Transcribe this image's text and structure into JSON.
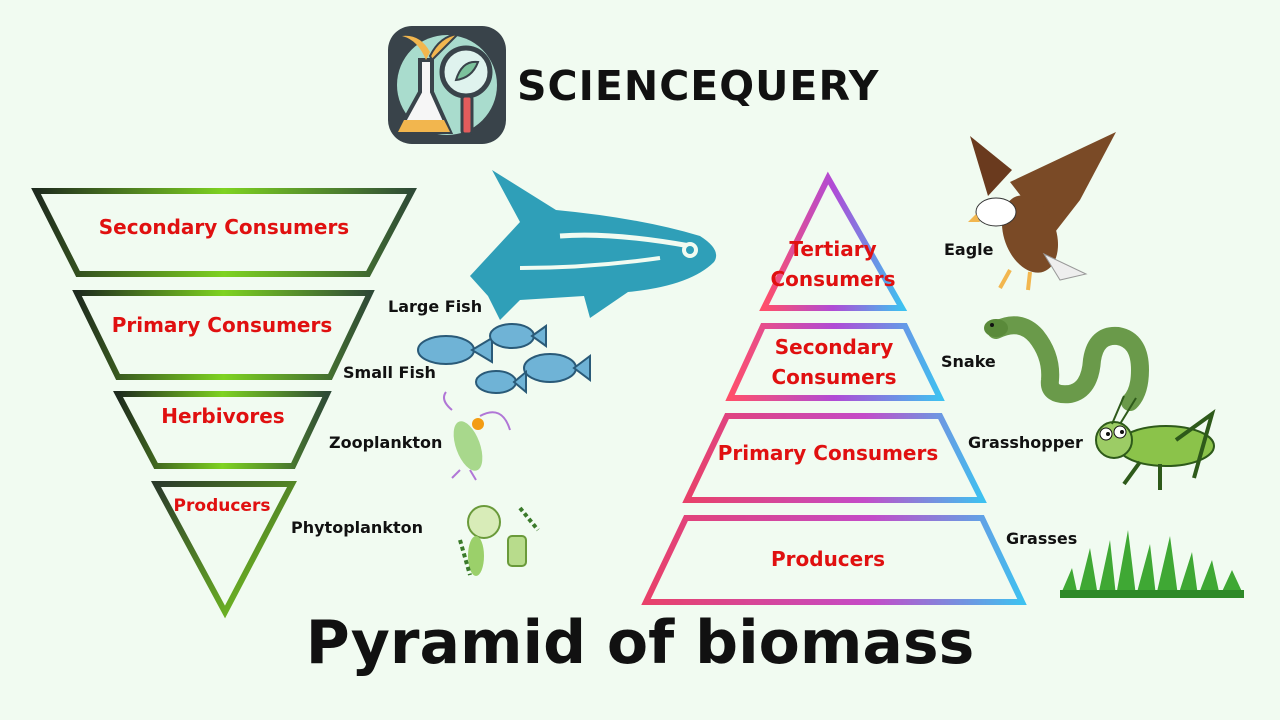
{
  "brand": {
    "name": "SCIENCEQUERY"
  },
  "title": "Pyramid of biomass",
  "inverted_pyramid": {
    "tiers": [
      {
        "label": "Secondary Consumers",
        "organism": "Large Fish"
      },
      {
        "label": "Primary Consumers",
        "organism": "Small Fish"
      },
      {
        "label": "Herbivores",
        "organism": "Zooplankton"
      },
      {
        "label": "Producers",
        "organism": "Phytoplankton"
      }
    ]
  },
  "upright_pyramid": {
    "tiers": [
      {
        "line1": "Tertiary",
        "line2": "Consumers",
        "organism": "Eagle"
      },
      {
        "line1": "Secondary",
        "line2": "Consumers",
        "organism": "Snake"
      },
      {
        "line1": "Primary Consumers",
        "line2": "",
        "organism": "Grasshopper"
      },
      {
        "line1": "Producers",
        "line2": "",
        "organism": "Grasses"
      }
    ]
  },
  "colors": {
    "tier_text": "#e01010",
    "inverted_gradient": [
      "#1e2a1e",
      "#7ed321"
    ],
    "upright_gradient": [
      "#ff4f6a",
      "#a24bd8",
      "#3ec1f0"
    ],
    "fish": "#2f9fb8",
    "small_fish": "#6fb3d6"
  },
  "icons": [
    "logo-icon",
    "large-fish-icon",
    "small-fish-icon",
    "zooplankton-icon",
    "phytoplankton-icon",
    "eagle-icon",
    "snake-icon",
    "grasshopper-icon",
    "grass-icon"
  ]
}
